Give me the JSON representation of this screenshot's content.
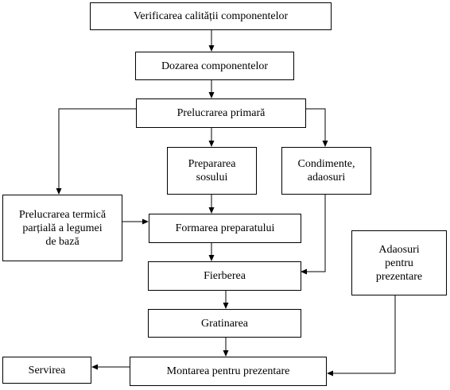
{
  "diagram": {
    "nodes": {
      "verificare": "Verificarea calității componentelor",
      "dozare": "Dozarea componentelor",
      "prelucrare_primara": "Prelucrarea primară",
      "preparare_sos": "Prepararea\nsosului",
      "condimente": "Condimente,\nadaosuri",
      "prelucrare_termica": "Prelucrarea termică\nparțială a legumei\nde bază",
      "formare": "Formarea preparatului",
      "adaosuri_prezentare": "Adaosuri\npentru\nprezentare",
      "fierbere": "Fierberea",
      "gratinare": "Gratinarea",
      "servire": "Servirea",
      "montare": "Montarea pentru prezentare"
    },
    "edges": [
      {
        "from": "verificare",
        "to": "dozare"
      },
      {
        "from": "dozare",
        "to": "prelucrare_primara"
      },
      {
        "from": "prelucrare_primara",
        "to": "prelucrare_termica"
      },
      {
        "from": "prelucrare_primara",
        "to": "preparare_sos"
      },
      {
        "from": "prelucrare_primara",
        "to": "condimente"
      },
      {
        "from": "preparare_sos",
        "to": "formare"
      },
      {
        "from": "prelucrare_termica",
        "to": "formare"
      },
      {
        "from": "formare",
        "to": "fierbere"
      },
      {
        "from": "condimente",
        "to": "fierbere"
      },
      {
        "from": "fierbere",
        "to": "gratinare"
      },
      {
        "from": "gratinare",
        "to": "montare"
      },
      {
        "from": "adaosuri_prezentare",
        "to": "montare"
      },
      {
        "from": "montare",
        "to": "servire"
      }
    ],
    "line_color": "#000000"
  }
}
